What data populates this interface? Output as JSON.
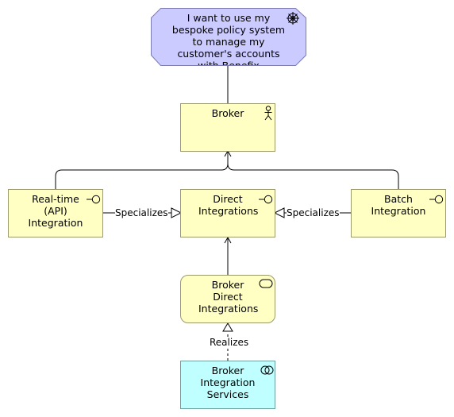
{
  "nodes": {
    "goal": {
      "label": "I want to use my bespoke policy system to manage my customer's accounts with Benefix",
      "icon": "wheel-goal-icon"
    },
    "broker": {
      "label": "Broker",
      "icon": "actor-icon"
    },
    "realtime": {
      "label": "Real-time (API) Integration",
      "icon": "interface-icon"
    },
    "direct": {
      "label": "Direct Integrations",
      "icon": "interface-icon"
    },
    "batch": {
      "label": "Batch Integration",
      "icon": "interface-icon"
    },
    "broker_direct": {
      "label": "Broker Direct Integrations",
      "icon": "service-icon"
    },
    "broker_services": {
      "label": "Broker Integration Services",
      "icon": "collaboration-icon"
    }
  },
  "edges": {
    "specializes_left": "Specializes",
    "specializes_right": "Specializes",
    "realizes": "Realizes"
  },
  "colors": {
    "goal_fill": "#cccbff",
    "business_fill": "#ffffc4",
    "technology_fill": "#c0ffff",
    "line": "#000000"
  }
}
